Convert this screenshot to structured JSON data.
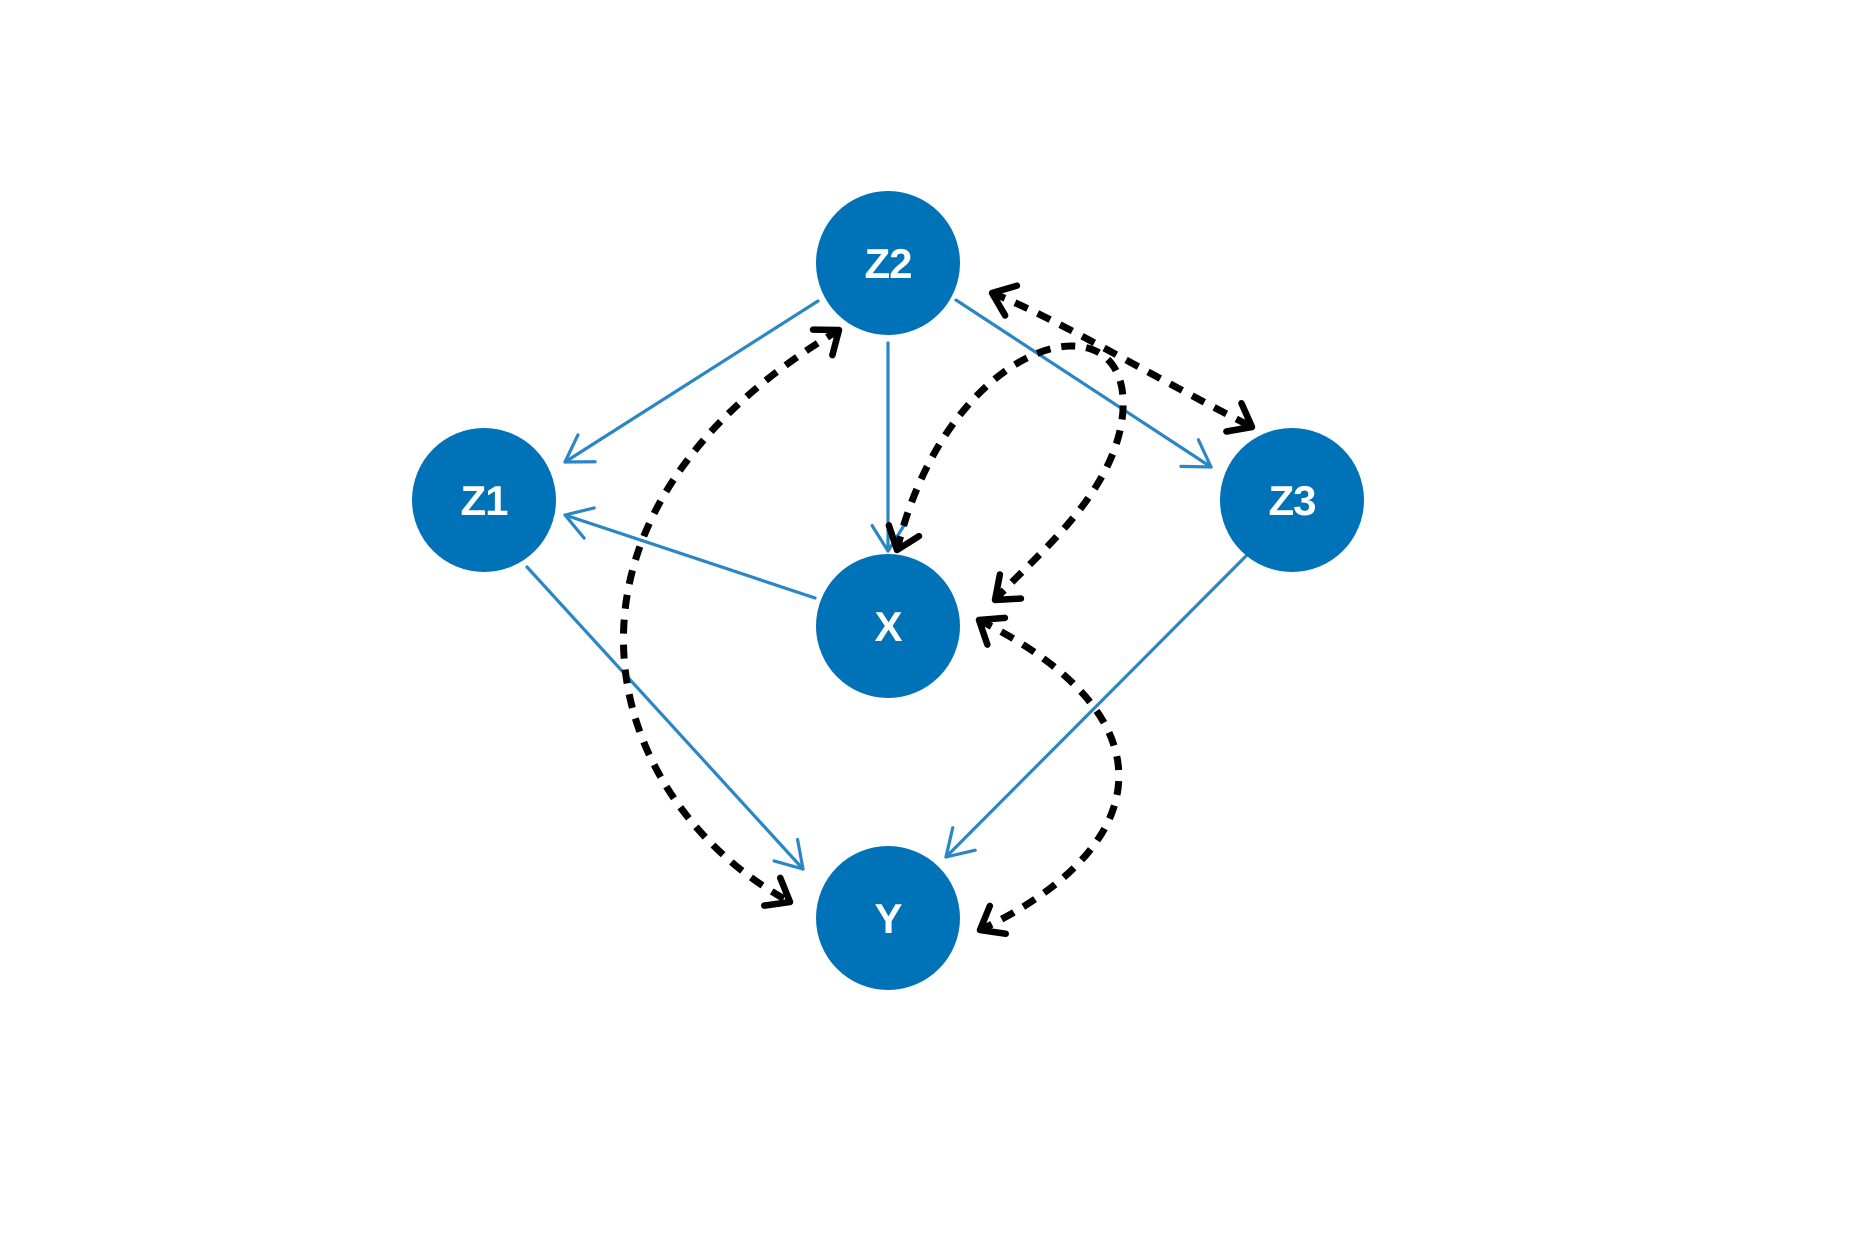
{
  "nodes": [
    {
      "id": "Z2",
      "label": "Z2"
    },
    {
      "id": "Z1",
      "label": "Z1"
    },
    {
      "id": "Z3",
      "label": "Z3"
    },
    {
      "id": "X",
      "label": "X"
    },
    {
      "id": "Y",
      "label": "Y"
    }
  ],
  "edges": [
    {
      "from": "Z2",
      "to": "Z1",
      "type": "directed"
    },
    {
      "from": "Z2",
      "to": "X",
      "type": "directed"
    },
    {
      "from": "Z2",
      "to": "Z3",
      "type": "directed"
    },
    {
      "from": "X",
      "to": "Z1",
      "type": "directed"
    },
    {
      "from": "Z1",
      "to": "Y",
      "type": "directed"
    },
    {
      "from": "Z3",
      "to": "Y",
      "type": "directed"
    },
    {
      "from": "Z2",
      "to": "Y",
      "type": "bidirected"
    },
    {
      "from": "Z2",
      "to": "Z3",
      "type": "bidirected"
    },
    {
      "from": "Z2",
      "to": "X",
      "type": "bidirected"
    },
    {
      "from": "X",
      "to": "Y",
      "type": "bidirected"
    }
  ],
  "colors": {
    "node_fill": "#0072b8",
    "node_label": "#ffffff",
    "directed_edge": "#2b86c5",
    "bidirected_edge": "#000000"
  }
}
